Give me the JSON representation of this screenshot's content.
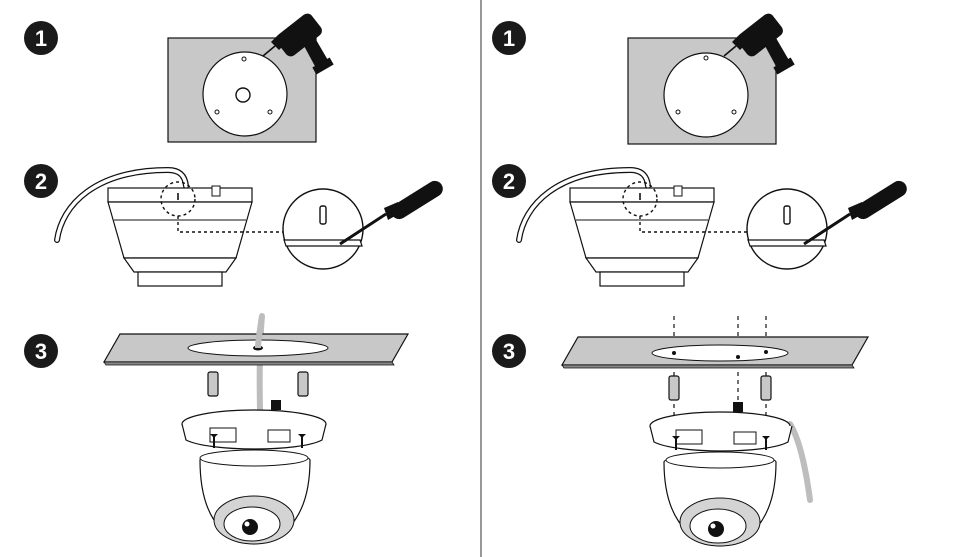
{
  "panels": [
    {
      "id": "left",
      "steps": [
        "1",
        "2",
        "3"
      ]
    },
    {
      "id": "right",
      "steps": [
        "1",
        "2",
        "3"
      ]
    }
  ],
  "colors": {
    "surface": "#c8c8c8",
    "line": "#111111",
    "white": "#ffffff",
    "cable": "#bdbdbd",
    "badge": "#1a1a1a"
  },
  "icons": [
    "drill-icon",
    "screwdriver-icon",
    "camera-base-icon",
    "dome-camera-icon",
    "wall-anchor-icon",
    "screw-icon"
  ]
}
